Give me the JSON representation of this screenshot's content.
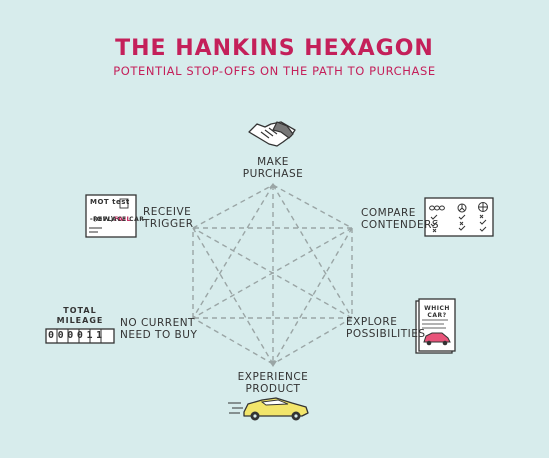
{
  "header": {
    "title": "THE HANKINS HEXAGON",
    "subtitle": "POTENTIAL STOP-OFFS ON THE PATH TO PURCHASE"
  },
  "nodes": {
    "make_purchase": "MAKE\nPURCHASE",
    "compare_contenders": "COMPARE\nCONTENDERS",
    "explore_possibilities": "EXPLORE\nPOSSIBILITIES",
    "experience_product": "EXPERIENCE\nPRODUCT",
    "no_current_need": "NO CURRENT\nNEED TO BUY",
    "receive_trigger": "RECEIVE\nTRIGGER"
  },
  "icons": {
    "mot_card": {
      "heading": "MOT test",
      "line1": "-(OW)",
      "line1_highlight": "FAIL",
      "line2": "-REPLACE CAR"
    },
    "mileage": {
      "label1": "TOTAL",
      "label2": "MILEAGE",
      "digits": "000011"
    },
    "brochure": {
      "heading": "WHICH CAR?"
    }
  },
  "colors": {
    "accent": "#c4205a",
    "background": "#d7ecec",
    "line": "#9aa5a5",
    "car": "#f2e56b"
  }
}
